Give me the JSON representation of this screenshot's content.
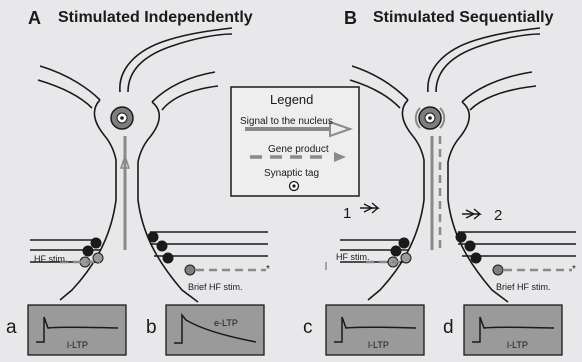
{
  "panels": {
    "A": {
      "letter": "A",
      "title": "Stimulated Independently"
    },
    "B": {
      "letter": "B",
      "title": "Stimulated Sequentially"
    }
  },
  "legend": {
    "title": "Legend",
    "signal_label": "Signal to the nucleus",
    "gene_label": "Gene product",
    "tag_label": "Synaptic tag"
  },
  "labels": {
    "hf_stim_a": "HF stim.",
    "brief_hf_a": "Brief HF stim.",
    "hf_stim_b": "HF stim.",
    "brief_hf_b": "Brief HF stim.",
    "asterisk_a": "*",
    "asterisk_b": "*",
    "order_1": "1",
    "order_2": "2"
  },
  "traces": [
    {
      "letter": "a",
      "label": "l-LTP"
    },
    {
      "letter": "b",
      "label": "e-LTP"
    },
    {
      "letter": "c",
      "label": "l-LTP"
    },
    {
      "letter": "d",
      "label": "l-LTP"
    }
  ],
  "colors": {
    "background": "#e8e8ea",
    "ink": "#1a1a1a",
    "gray": "#8a8a8a",
    "trace_box": "#9a9a9a",
    "page_edge": "#d4dcec"
  }
}
